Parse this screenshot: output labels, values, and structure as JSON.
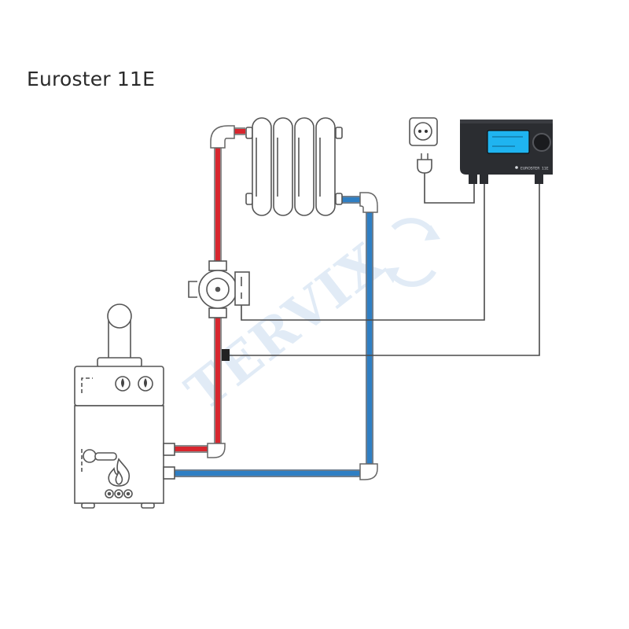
{
  "title": "Euroster 11E",
  "controller": {
    "brand_mark": "EUROSTER",
    "model_mark": "11E"
  },
  "watermark": {
    "text": "TERVIX"
  },
  "colors": {
    "supply_pipe": "#d8262e",
    "return_pipe": "#2f7fc4",
    "outline": "#555555",
    "controller_body": "#2b2d31",
    "display": "#1fb4f0",
    "watermark": "#c9dcef"
  },
  "icons": [
    "boiler-icon",
    "radiator-icon",
    "circulation-pump-icon",
    "power-socket-icon",
    "power-plug-icon",
    "temperature-sensor-icon",
    "flame-icon",
    "controller-icon"
  ]
}
